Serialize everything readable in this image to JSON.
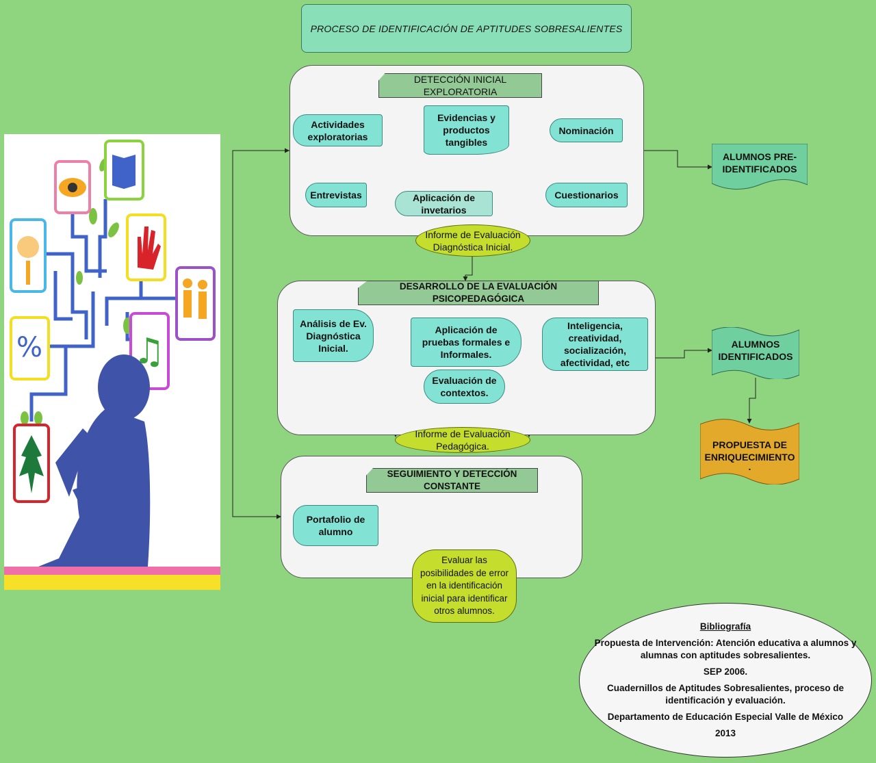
{
  "title": "PROCESO DE IDENTIFICACIÓN DE APTITUDES SOBRESALIENTES",
  "section1": {
    "header": "DETECCIÓN INICIAL EXPLORATORIA",
    "actividades": "Actividades exploratorias",
    "evidencias": "Evidencias y productos tangibles",
    "nominacion": "Nominación",
    "entrevistas": "Entrevistas",
    "aplicacion": "Aplicación de invetarios",
    "cuestionarios": "Cuestionarios",
    "informe": "Informe de Evaluación Diagnóstica Inicial."
  },
  "section2": {
    "header": "DESARROLLO DE LA EVALUACIÓN PSICOPEDAGÓGICA",
    "analisis": "Análisis de Ev. Diagnóstica Inicial.",
    "pruebas": "Aplicación de pruebas formales e Informales.",
    "inteligencia": "Inteligencia, creatividad, socialización, afectividad, etc",
    "contextos": "Evaluación de contextos.",
    "informe": "Informe de Evaluación Pedagógica."
  },
  "section3": {
    "header": "SEGUIMIENTO Y DETECCIÓN CONSTANTE",
    "portafolio": "Portafolio de alumno",
    "evaluar": "Evaluar las posibilidades de error en la identificación inicial para identificar otros alumnos."
  },
  "outcomes": {
    "pre": "ALUMNOS PRE-IDENTIFICADOS",
    "identificados": "ALUMNOS IDENTIFICADOS",
    "propuesta": "PROPUESTA DE ENRIQUECIMIENTO",
    "propuesta_dot": "."
  },
  "bibliografia": {
    "heading": "Bibliografía",
    "ref1": "Propuesta de Intervención: Atención educativa a alumnos y alumnas con aptitudes sobresalientes.",
    "ref2": "SEP 2006.",
    "ref3": "Cuadernillos de Aptitudes Sobresalientes, proceso de identificación y evaluación.",
    "ref4": "Departamento de Educación Especial Valle de México",
    "ref5": "2013"
  },
  "colors": {
    "background": "#8fd57f",
    "node": "#82e2d3",
    "header_tab": "#93c995",
    "oval": "#c5dd2c",
    "wave_teal": "#6fcf9e",
    "wave_orange": "#e3a92a"
  },
  "illustration": {
    "icons": [
      "eye-icon",
      "book-icon",
      "hand-icon",
      "tree-icon",
      "people-icon",
      "percent-icon",
      "music-icon",
      "leaf-icon"
    ]
  }
}
